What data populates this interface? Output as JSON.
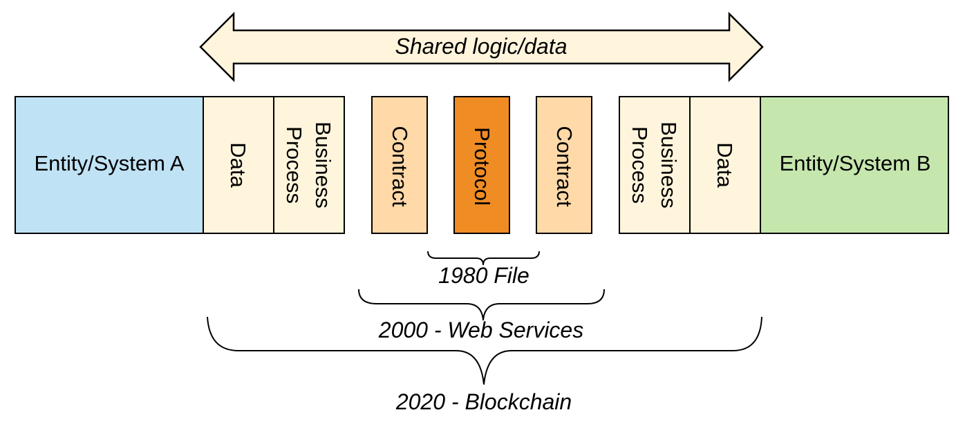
{
  "arrow": {
    "label": "Shared logic/data",
    "fill": "#fff5dc"
  },
  "boxes": {
    "entity_a": {
      "label": "Entity/System A",
      "fill": "#c0e2f5"
    },
    "data_a": {
      "label": "Data",
      "fill": "#fff5dc"
    },
    "process_a": {
      "line1": "Business",
      "line2": "Process",
      "fill": "#fff5dc"
    },
    "contract_a": {
      "label": "Contract",
      "fill": "#ffd9a8"
    },
    "protocol": {
      "label": "Protocol",
      "fill": "#ef8c24"
    },
    "contract_b": {
      "label": "Contract",
      "fill": "#ffd9a8"
    },
    "process_b": {
      "line1": "Business",
      "line2": "Process",
      "fill": "#fff5dc"
    },
    "data_b": {
      "label": "Data",
      "fill": "#fff5dc"
    },
    "entity_b": {
      "label": "Entity/System B",
      "fill": "#c5e6ad"
    }
  },
  "braces": {
    "file": {
      "label": "1980 File"
    },
    "web": {
      "label": "2000 - Web Services"
    },
    "blockchain": {
      "label": "2020 - Blockchain"
    }
  }
}
